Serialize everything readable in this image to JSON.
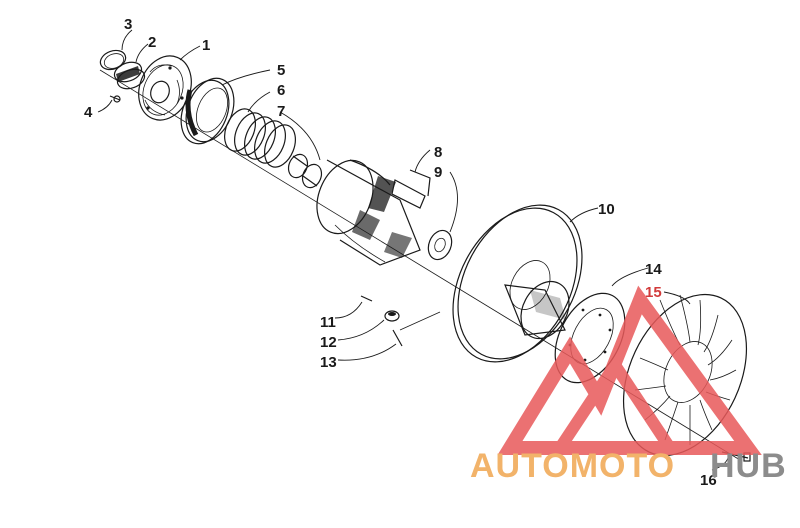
{
  "callouts": [
    {
      "id": "1",
      "label": "1"
    },
    {
      "id": "2",
      "label": "2"
    },
    {
      "id": "3",
      "label": "3"
    },
    {
      "id": "4",
      "label": "4"
    },
    {
      "id": "5",
      "label": "5"
    },
    {
      "id": "6",
      "label": "6"
    },
    {
      "id": "7",
      "label": "7"
    },
    {
      "id": "8",
      "label": "8"
    },
    {
      "id": "9",
      "label": "9"
    },
    {
      "id": "10",
      "label": "10"
    },
    {
      "id": "11",
      "label": "11"
    },
    {
      "id": "12",
      "label": "12"
    },
    {
      "id": "13",
      "label": "13"
    },
    {
      "id": "14",
      "label": "14"
    },
    {
      "id": "15",
      "label": "15"
    },
    {
      "id": "16",
      "label": "16"
    }
  ],
  "watermark": {
    "text_part1": "AUTOMOTO",
    "text_part2": "HUB",
    "color_logo": "#e8595a",
    "color_text1": "#f2b36a",
    "color_text2": "#8c8c8c"
  }
}
